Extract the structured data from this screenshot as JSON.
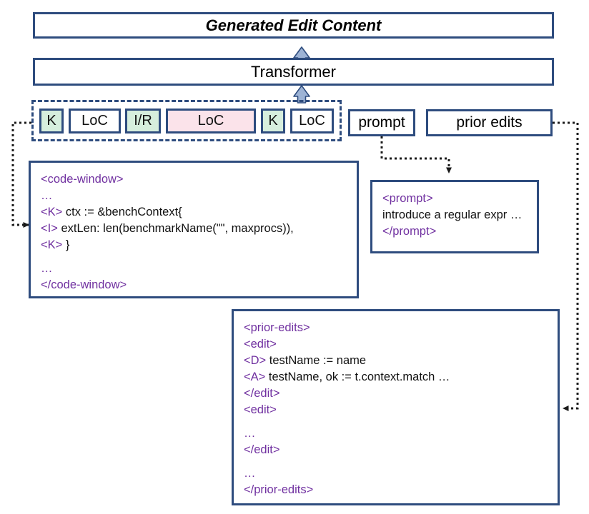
{
  "diagram": {
    "title": "Generated Edit Content",
    "model_block": "Transformer",
    "colors": {
      "border": "#2E4C7E",
      "arrow_fill": "#9DB3D5",
      "tag_purple": "#7030A0",
      "token_green": "#D6EEDD",
      "token_pink": "#FBE3EA",
      "connector": "#1A1A1A"
    }
  },
  "output_box": {
    "label": "Generated Edit Content"
  },
  "model_box": {
    "label": "Transformer"
  },
  "token_strip": {
    "tokens": [
      {
        "label": "K",
        "kind": "green"
      },
      {
        "label": "LoC",
        "kind": "plain"
      },
      {
        "label": "I/R",
        "kind": "green"
      },
      {
        "label": "LoC",
        "kind": "pink"
      },
      {
        "label": "K",
        "kind": "green"
      },
      {
        "label": "LoC",
        "kind": "plain"
      }
    ]
  },
  "prompt_box": {
    "label": "prompt"
  },
  "prior_edits_box": {
    "label": "prior edits"
  },
  "code_window": {
    "lines": [
      {
        "tag": "<code-window>",
        "text": ""
      },
      {
        "tag": "…",
        "text": ""
      },
      {
        "tag": "<K>",
        "text": " ctx := &benchContext{"
      },
      {
        "tag": "<I>",
        "text": " extLen: len(benchmarkName(\"\", maxprocs)),"
      },
      {
        "tag": "<K>",
        "text": " }"
      },
      {
        "tag": "",
        "text": ""
      },
      {
        "tag": "…",
        "text": ""
      },
      {
        "tag": "</code-window>",
        "text": ""
      }
    ]
  },
  "prompt_content": {
    "lines": [
      {
        "tag": "<prompt>",
        "text": ""
      },
      {
        "tag": "",
        "text": "introduce a regular expr …"
      },
      {
        "tag": "</prompt>",
        "text": ""
      }
    ]
  },
  "prior_edits_content": {
    "lines": [
      {
        "tag": "<prior-edits>",
        "text": ""
      },
      {
        "tag": "<edit>",
        "text": ""
      },
      {
        "tag": "<D>",
        "text": " testName := name"
      },
      {
        "tag": "<A>",
        "text": " testName, ok := t.context.match …"
      },
      {
        "tag": "</edit>",
        "text": ""
      },
      {
        "tag": "<edit>",
        "text": ""
      },
      {
        "tag": "",
        "text": ""
      },
      {
        "tag": "…",
        "text": ""
      },
      {
        "tag": "</edit>",
        "text": ""
      },
      {
        "tag": "",
        "text": ""
      },
      {
        "tag": "…",
        "text": ""
      },
      {
        "tag": "</prior-edits>",
        "text": ""
      }
    ]
  },
  "connectors": {
    "up_arrow_output": "block-arrow-up",
    "up_arrow_model": "block-arrow-up",
    "code_window_link": "dotted-elbow-left",
    "prompt_link": "dotted-elbow-down",
    "prior_edits_link": "dotted-elbow-right"
  }
}
